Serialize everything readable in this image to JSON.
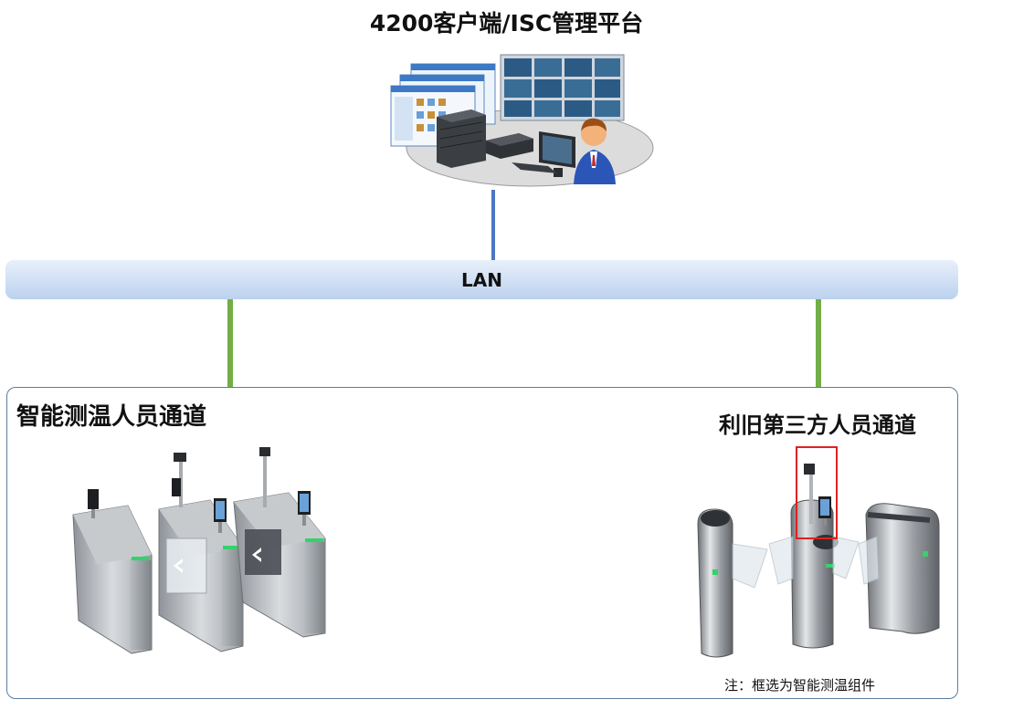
{
  "title": "4200客户端/ISC管理平台",
  "network": {
    "label": "LAN"
  },
  "left_zone": {
    "title": "智能测温人员通道"
  },
  "right_zone": {
    "title": "利旧第三方人员通道"
  },
  "note": "注：框选为智能测温组件",
  "colors": {
    "lan_link": "#4e77c1",
    "zone_link": "#72ad47",
    "panel_border": "#5b7c9b",
    "highlight_box": "#e02020",
    "indicator": "#33d26b"
  }
}
